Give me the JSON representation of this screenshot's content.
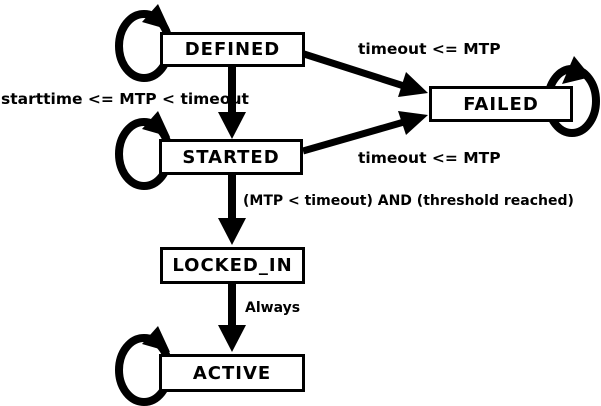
{
  "diagram": {
    "type": "state-machine",
    "background_color": "#ffffff",
    "stroke_color": "#000000",
    "states": [
      {
        "id": "defined",
        "label": "DEFINED",
        "self_loop": true
      },
      {
        "id": "started",
        "label": "STARTED",
        "self_loop": true
      },
      {
        "id": "failed",
        "label": "FAILED",
        "self_loop": true
      },
      {
        "id": "locked_in",
        "label": "LOCKED_IN",
        "self_loop": false
      },
      {
        "id": "active",
        "label": "ACTIVE",
        "self_loop": true
      }
    ],
    "transitions": [
      {
        "from": "defined",
        "to": "started",
        "label": "starttime <= MTP < timeout"
      },
      {
        "from": "defined",
        "to": "failed",
        "label": "timeout <= MTP"
      },
      {
        "from": "started",
        "to": "failed",
        "label": "timeout <= MTP"
      },
      {
        "from": "started",
        "to": "locked_in",
        "label": "(MTP < timeout) AND (threshold reached)"
      },
      {
        "from": "locked_in",
        "to": "active",
        "label": "Always"
      },
      {
        "from": "defined",
        "to": "defined",
        "label": ""
      },
      {
        "from": "started",
        "to": "started",
        "label": ""
      },
      {
        "from": "failed",
        "to": "failed",
        "label": ""
      },
      {
        "from": "active",
        "to": "active",
        "label": ""
      }
    ]
  }
}
